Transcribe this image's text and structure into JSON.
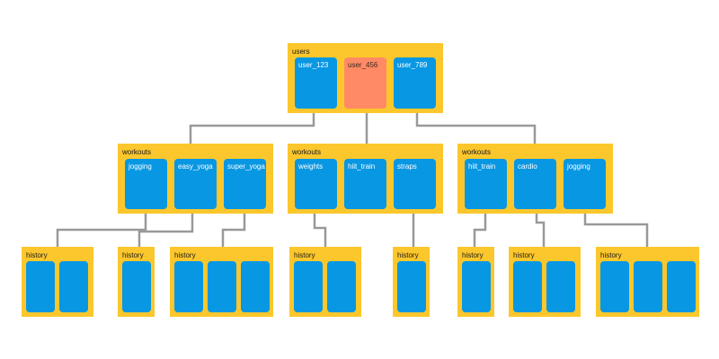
{
  "colors": {
    "group_fill": "#fcc72c",
    "node_fill": "#0897e3",
    "node_selected_fill": "#ff8a65",
    "connector": "#999999"
  },
  "root": {
    "label": "users",
    "nodes": [
      {
        "label": "user_123"
      },
      {
        "label": "user_456",
        "selected": true
      },
      {
        "label": "user_789"
      }
    ]
  },
  "workouts": [
    {
      "label": "workouts",
      "nodes": [
        {
          "label": "jogging"
        },
        {
          "label": "easy_yoga"
        },
        {
          "label": "super_yoga"
        }
      ]
    },
    {
      "label": "workouts",
      "nodes": [
        {
          "label": "weights"
        },
        {
          "label": "hiit_train"
        },
        {
          "label": "straps"
        }
      ]
    },
    {
      "label": "workouts",
      "nodes": [
        {
          "label": "hiit_train"
        },
        {
          "label": "cardio"
        },
        {
          "label": "jogging"
        }
      ]
    }
  ],
  "histories": [
    {
      "label": "history",
      "count": 2
    },
    {
      "label": "history",
      "count": 1
    },
    {
      "label": "history",
      "count": 3
    },
    {
      "label": "history",
      "count": 2
    },
    {
      "label": "history",
      "count": 1
    },
    {
      "label": "history",
      "count": 1
    },
    {
      "label": "history",
      "count": 2
    },
    {
      "label": "history",
      "count": 3
    }
  ]
}
